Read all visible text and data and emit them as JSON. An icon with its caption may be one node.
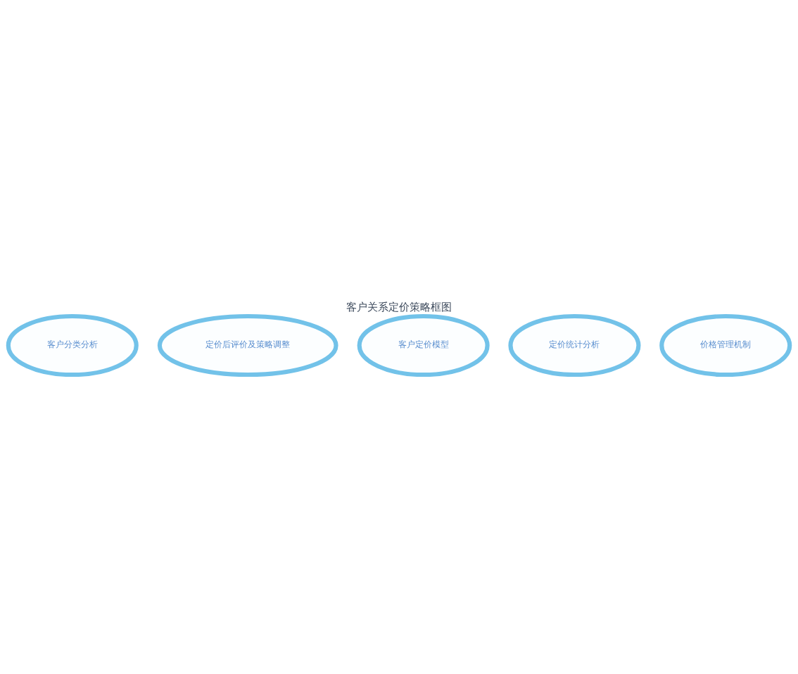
{
  "diagram": {
    "title": "客户关系定价策略框图",
    "nodes": [
      {
        "text": [
          "客户分类分析"
        ]
      },
      {
        "text": [
          "定价后评价及策略调整"
        ]
      },
      {
        "text": [
          "客户定价模型"
        ]
      },
      {
        "text": [
          "定价统计分析"
        ]
      },
      {
        "text": [
          "价格管理机制"
        ]
      }
    ],
    "edges": []
  }
}
